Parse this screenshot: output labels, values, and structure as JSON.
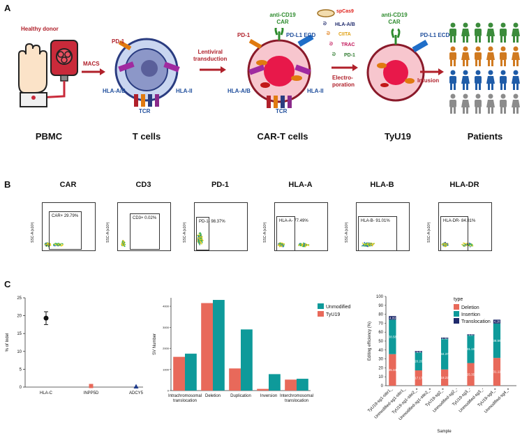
{
  "panelA": {
    "letter": "A",
    "healthy_donor": "Healthy donor",
    "macs": "MACS",
    "lentiviral": [
      "Lentiviral",
      "transduction"
    ],
    "electroporation": [
      "Electro-",
      "poration"
    ],
    "infusion": "Infusion",
    "pd1": "PD-1",
    "hla_ab": "HLA-A/B",
    "hla_ii": "HLA-II",
    "tcr": "TCR",
    "anti_cd19": "anti-CD19",
    "car": "CAR",
    "pdl1_ecd": "PD-L1 ECD",
    "spcas9": "spCas9",
    "guide_hla_ab": "HLA-A/B",
    "guide_ciita": "CIITA",
    "guide_trac": "TRAC",
    "guide_pd1": "PD-1",
    "stages": [
      "PBMC",
      "T cells",
      "CAR-T cells",
      "TyU19",
      "Patients"
    ],
    "colors": {
      "red": "#b0202a",
      "blue": "#1f4e9c",
      "green": "#2e8b2e",
      "orange": "#e07a10",
      "purple": "#8a2a8a",
      "pink": "#c2185b"
    }
  },
  "panelB": {
    "letter": "B",
    "plots": [
      {
        "title": "CAR",
        "gate": "CAR+ 29.79%",
        "ylabel": "SSC-A (x10³)"
      },
      {
        "title": "CD3",
        "gate": "CD3+ 0.02%",
        "ylabel": "SSC-A (x10³)"
      },
      {
        "title": "PD-1",
        "gate": "PD-1- 98.37%",
        "ylabel": "SSC-A (x10³)"
      },
      {
        "title": "HLA-A",
        "gate": "HLA-A- 77.49%",
        "ylabel": "SSC-A (x10³)"
      },
      {
        "title": "HLA-B",
        "gate": "HLA-B- 91.01%",
        "ylabel": "SSC-A (x10³)"
      },
      {
        "title": "HLA-DR",
        "gate": "HLA-DR- 84.81%",
        "ylabel": "SSC-A (x10³)"
      }
    ]
  },
  "panelC": {
    "letter": "C"
  },
  "chart_data": [
    {
      "type": "scatter",
      "ylabel": "% of Indel",
      "categories": [
        "HLA-C",
        "INPP5D",
        "ADCY5"
      ],
      "values": [
        19.3,
        0.3,
        0.1
      ],
      "error": [
        1.8,
        0,
        0
      ],
      "colors": [
        "#111111",
        "#e8695a",
        "#1f3c8c"
      ],
      "ylim": [
        0,
        25
      ],
      "yticks": [
        "0",
        "5",
        "10",
        "15",
        "20",
        "25"
      ]
    },
    {
      "type": "bar",
      "ylabel": "SV Number",
      "categories": [
        "Intrachromosomal translocation",
        "Deletion",
        "Duplication",
        "Inversion",
        "Interchromosomal translocation"
      ],
      "series": [
        {
          "name": "TyU19",
          "values": [
            1600,
            4150,
            1050,
            80,
            520
          ],
          "color": "#e8695a"
        },
        {
          "name": "Unmodified",
          "values": [
            1750,
            4300,
            2900,
            780,
            560
          ],
          "color": "#0e9a9a"
        }
      ],
      "ylim": [
        0,
        4400
      ],
      "yticks": [
        "0",
        "1000",
        "2000",
        "3000",
        "4000"
      ]
    },
    {
      "type": "bar",
      "stacked": true,
      "xlabel": "Sample",
      "ylabel": "Editing efficiency (%)",
      "legend_title": "type",
      "categories": [
        "TyU19-sg1-site1_",
        "Unmodified-sg1-site1_",
        "TyU19-sg1-site2_+",
        "Unmodified-sg1-site2_+",
        "TyU19-sg2_+",
        "Unmodified-sg2_-",
        "TyU19-sg3_-",
        "Unmodified-sg3_-",
        "TyU19-sg4_+",
        "Unmodified-sg4_+"
      ],
      "series": [
        {
          "name": "Deletion",
          "values": [
            35.34,
            0,
            17.17,
            0,
            18.22,
            0,
            25.35,
            0,
            31.11,
            0
          ],
          "labels": [
            "35.34",
            "",
            "17.17",
            "",
            "18.22",
            "",
            "25.35",
            "",
            "31.11",
            ""
          ],
          "color": "#e8695a"
        },
        {
          "name": "Insertion",
          "values": [
            38.58,
            0,
            20.2,
            0,
            34.37,
            0,
            31.19,
            0,
            38.56,
            0
          ],
          "labels": [
            "38.58",
            "",
            "20.20",
            "",
            "34.37",
            "",
            "31.19",
            "",
            "38.56",
            ""
          ],
          "color": "#0e9a9a"
        },
        {
          "name": "Translocation",
          "values": [
            4.09,
            0,
            1.4,
            0,
            1.32,
            0,
            1.0,
            0,
            4.28,
            0
          ],
          "labels": [
            "4.09",
            "",
            "1.4",
            "",
            "1.32",
            "",
            "1.0",
            "",
            "4.28",
            ""
          ],
          "color": "#1f2a6c"
        }
      ],
      "ylim": [
        0,
        100
      ],
      "yticks": [
        "0",
        "10",
        "20",
        "30",
        "40",
        "50",
        "60",
        "70",
        "80",
        "90",
        "100"
      ]
    }
  ]
}
